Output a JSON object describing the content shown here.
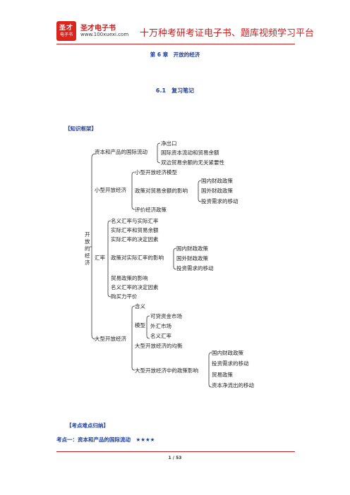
{
  "header": {
    "logo_line1": "圣才",
    "logo_line2": "电子书",
    "brand_name": "圣才电子书",
    "brand_url": "www.100xuexi.com",
    "slogan": "十万种考研考证电子书、题库视频学习平台"
  },
  "chapter_title": "第 6 章　开放的经济",
  "section_title": "6.1　复习笔记",
  "knowledge_frame_heading": "【知识框架】",
  "tree": {
    "root": [
      "开",
      "放",
      "的",
      "经",
      "济"
    ],
    "nodes": {
      "n1": "资本和产品的国际流动",
      "n1a": "净出口",
      "n1b": "国际资本流动和贸易余额",
      "n1c": "双边贸易余额的无关紧要性",
      "n2": "小型开放经济",
      "n2a": "小型开放经济模型",
      "n2b": "政策对贸易余额的影响",
      "n2b1": "国内财政政策",
      "n2b2": "国外财政政策",
      "n2b3": "投资需求的移动",
      "n2c": "评价经济政策",
      "n3": "汇率",
      "n3a": "名义汇率与实际汇率",
      "n3b": "实际汇率和贸易余额",
      "n3c": "实际汇率的决定因素",
      "n3d": "政策对实际汇率的影响",
      "n3d1": "国内财政政策",
      "n3d2": "国外财政政策",
      "n3d3": "投资需求的移动",
      "n3e": "贸易政策的影响",
      "n3f": "名义汇率的决定因素",
      "n3g": "购买力平价",
      "n4": "大型开放经济",
      "n4a": "含义",
      "n4b": "模型",
      "n4b1": "可贷资金市场",
      "n4b2": "外汇市场",
      "n4b3": "名义汇率",
      "n4c": "大型开放经济的均衡",
      "n4d": "大型开放经济中的政策影响",
      "n4d1": "国内财政政策",
      "n4d2": "投资需求的移动",
      "n4d3": "贸易政策",
      "n4d4": "资本净流出的移动"
    }
  },
  "key_points_heading": "【考点难点归纳】",
  "key_point_1": "考点一：资本和产品的国际流动　★★★★",
  "page_number": "1 / 53"
}
